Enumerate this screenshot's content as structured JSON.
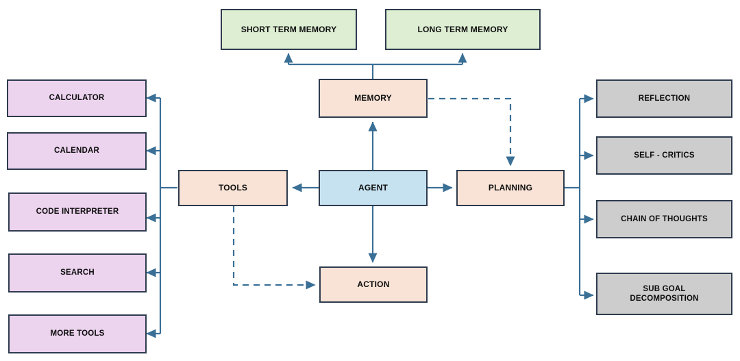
{
  "diagram": {
    "title": "LLM Agent Architecture Diagram",
    "type": "flowchart",
    "background": "#ffffff",
    "edge_color": "#3a6f96",
    "border_color": "#2e3b4e",
    "palette": {
      "memory_stores": "#ddeed3",
      "core_modules": "#f8e3d6",
      "agent": "#c6e2f1",
      "tools": "#ecd3ee",
      "planning_methods": "#cdcdcd"
    },
    "nodes": {
      "short_term_memory": {
        "label": "SHORT TERM MEMORY",
        "group": "memory-stores",
        "color": "#ddeed3"
      },
      "long_term_memory": {
        "label": "LONG TERM MEMORY",
        "group": "memory-stores",
        "color": "#ddeed3"
      },
      "memory": {
        "label": "MEMORY",
        "group": "core",
        "color": "#f8e3d6"
      },
      "agent": {
        "label": "AGENT",
        "group": "core",
        "color": "#c6e2f1"
      },
      "planning": {
        "label": "PLANNING",
        "group": "core",
        "color": "#f8e3d6"
      },
      "tools": {
        "label": "TOOLS",
        "group": "core",
        "color": "#f8e3d6"
      },
      "action": {
        "label": "ACTION",
        "group": "core",
        "color": "#f8e3d6"
      },
      "calculator": {
        "label": "CALCULATOR",
        "group": "tools",
        "color": "#ecd3ee"
      },
      "calendar": {
        "label": "CALENDAR",
        "group": "tools",
        "color": "#ecd3ee"
      },
      "code_interpreter": {
        "label": "CODE INTERPRETER",
        "group": "tools",
        "color": "#ecd3ee"
      },
      "search": {
        "label": "SEARCH",
        "group": "tools",
        "color": "#ecd3ee"
      },
      "more_tools": {
        "label": "MORE TOOLS",
        "group": "tools",
        "color": "#ecd3ee"
      },
      "reflection": {
        "label": "REFLECTION",
        "group": "planning",
        "color": "#cdcdcd"
      },
      "self_critics": {
        "label": "SELF - CRITICS",
        "group": "planning",
        "color": "#cdcdcd"
      },
      "chain_of_thoughts": {
        "label": "CHAIN OF THOUGHTS",
        "group": "planning",
        "color": "#cdcdcd"
      },
      "sub_goal_decomposition": {
        "label": "SUB GOAL\nDECOMPOSITION",
        "line1": "SUB GOAL",
        "line2": "DECOMPOSITION",
        "group": "planning",
        "color": "#cdcdcd"
      }
    },
    "edges": [
      {
        "from": "memory",
        "to": "short_term_memory",
        "style": "solid",
        "arrow": "end"
      },
      {
        "from": "memory",
        "to": "long_term_memory",
        "style": "solid",
        "arrow": "end"
      },
      {
        "from": "agent",
        "to": "memory",
        "style": "solid",
        "arrow": "end"
      },
      {
        "from": "agent",
        "to": "tools",
        "style": "solid",
        "arrow": "end"
      },
      {
        "from": "agent",
        "to": "planning",
        "style": "solid",
        "arrow": "end"
      },
      {
        "from": "agent",
        "to": "action",
        "style": "solid",
        "arrow": "end"
      },
      {
        "from": "memory",
        "to": "planning",
        "style": "dashed",
        "arrow": "end"
      },
      {
        "from": "tools",
        "to": "action",
        "style": "dashed",
        "arrow": "end"
      },
      {
        "from": "tools",
        "to": "calculator",
        "style": "solid",
        "arrow": "end"
      },
      {
        "from": "tools",
        "to": "calendar",
        "style": "solid",
        "arrow": "end"
      },
      {
        "from": "tools",
        "to": "code_interpreter",
        "style": "solid",
        "arrow": "end"
      },
      {
        "from": "tools",
        "to": "search",
        "style": "solid",
        "arrow": "end"
      },
      {
        "from": "tools",
        "to": "more_tools",
        "style": "solid",
        "arrow": "end"
      },
      {
        "from": "planning",
        "to": "reflection",
        "style": "solid",
        "arrow": "end"
      },
      {
        "from": "planning",
        "to": "self_critics",
        "style": "solid",
        "arrow": "end"
      },
      {
        "from": "planning",
        "to": "chain_of_thoughts",
        "style": "solid",
        "arrow": "end"
      },
      {
        "from": "planning",
        "to": "sub_goal_decomposition",
        "style": "solid",
        "arrow": "end"
      }
    ]
  }
}
